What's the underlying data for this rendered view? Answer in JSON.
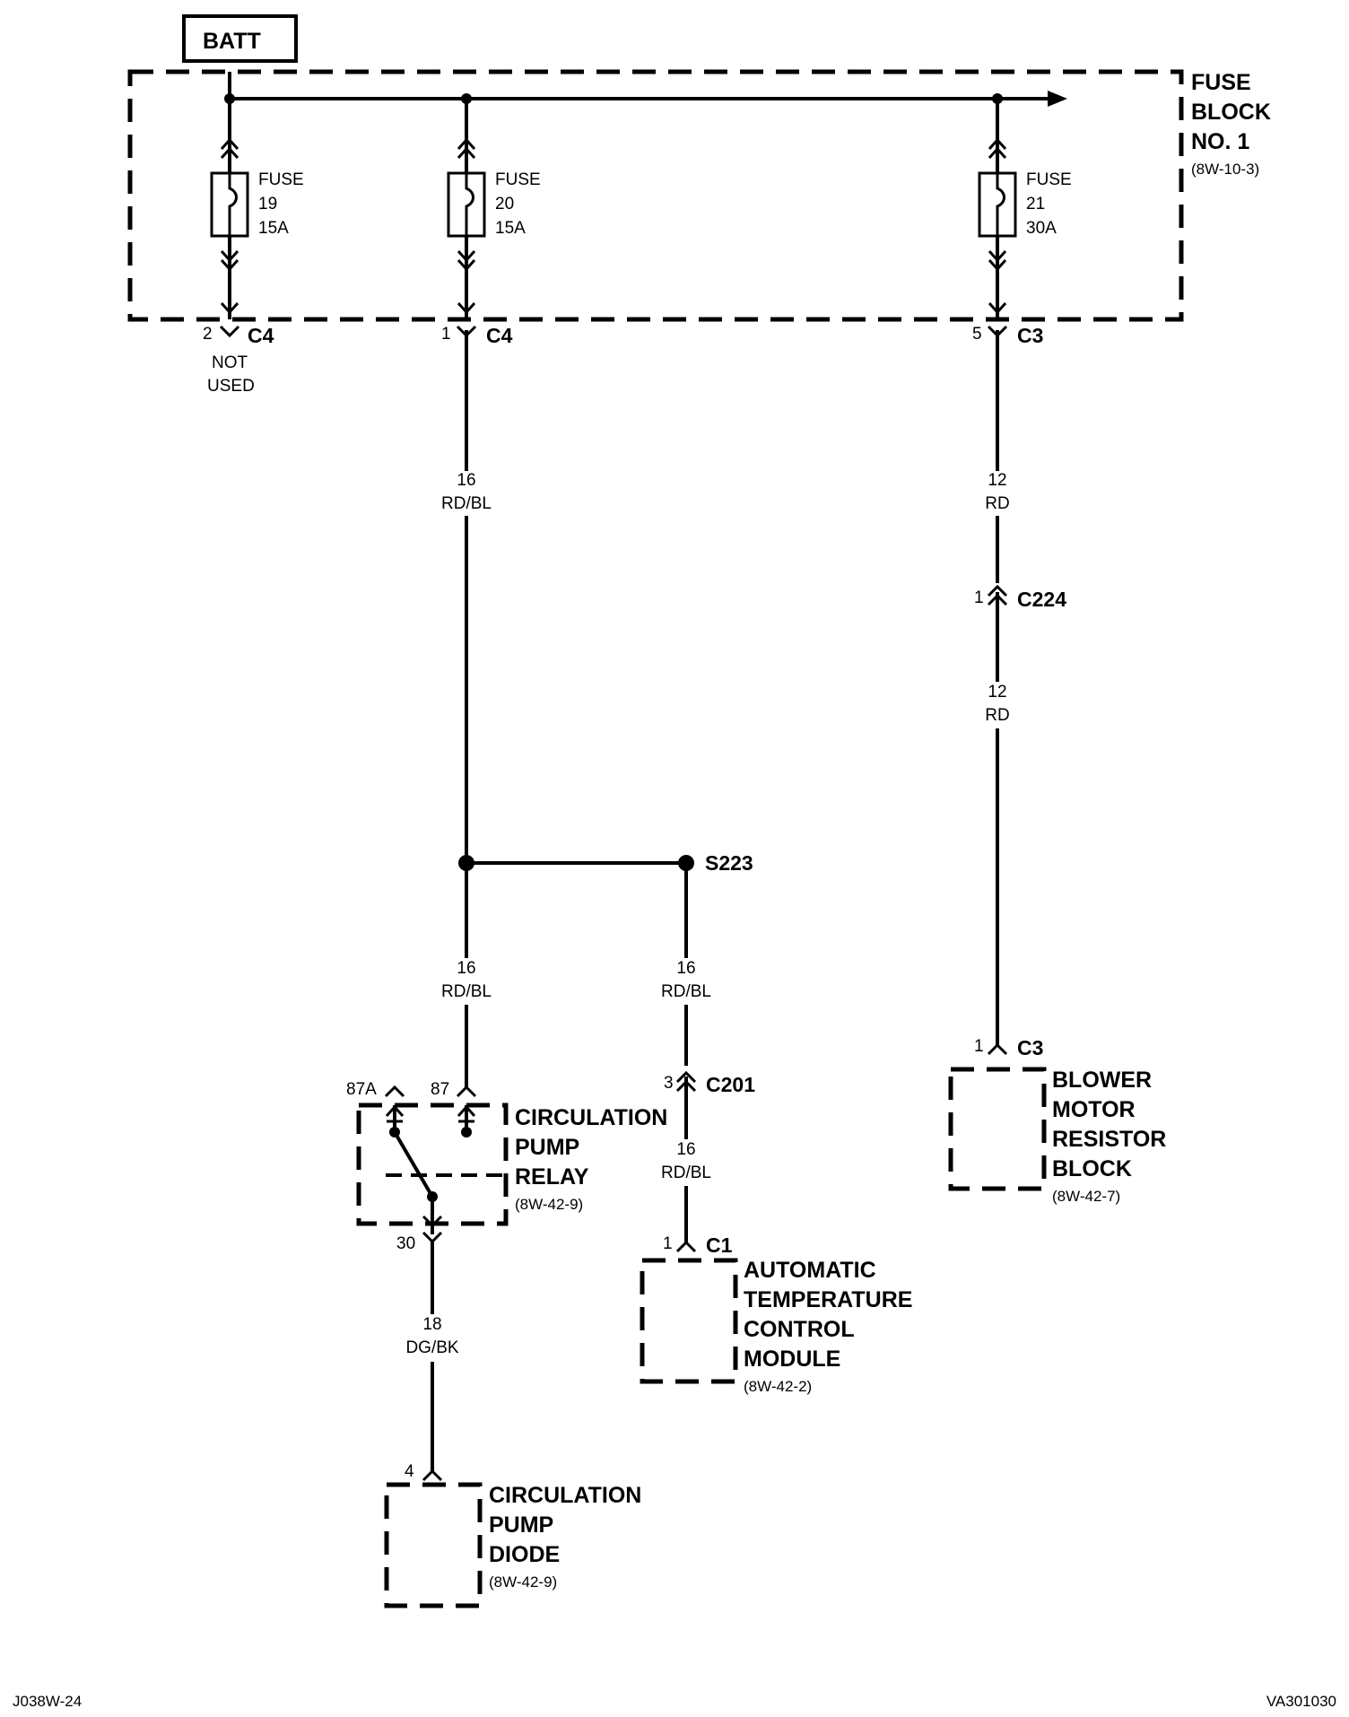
{
  "batt": "BATT",
  "fuse_block": {
    "line1": "FUSE",
    "line2": "BLOCK",
    "line3": "NO. 1",
    "ref": "(8W-10-3)"
  },
  "fuses": [
    {
      "label": "FUSE",
      "num": "19",
      "rating": "15A"
    },
    {
      "label": "FUSE",
      "num": "20",
      "rating": "15A"
    },
    {
      "label": "FUSE",
      "num": "21",
      "rating": "30A"
    }
  ],
  "connectors": {
    "fb_c4_pin2": {
      "pin": "2",
      "name": "C4",
      "note1": "NOT",
      "note2": "USED"
    },
    "fb_c4_pin1": {
      "pin": "1",
      "name": "C4"
    },
    "fb_c3_pin5": {
      "pin": "5",
      "name": "C3"
    },
    "c224": {
      "pin": "1",
      "name": "C224"
    },
    "c201": {
      "pin": "3",
      "name": "C201"
    },
    "atc_c1": {
      "pin": "1",
      "name": "C1"
    },
    "blower_c3": {
      "pin": "1",
      "name": "C3"
    }
  },
  "wires": {
    "w16_top": {
      "gauge": "16",
      "color": "RD/BL"
    },
    "w12_top": {
      "gauge": "12",
      "color": "RD"
    },
    "w12_mid": {
      "gauge": "12",
      "color": "RD"
    },
    "w16_relay": {
      "gauge": "16",
      "color": "RD/BL"
    },
    "w16_splice": {
      "gauge": "16",
      "color": "RD/BL"
    },
    "w16_atc": {
      "gauge": "16",
      "color": "RD/BL"
    },
    "w18_diode": {
      "gauge": "18",
      "color": "DG/BK"
    }
  },
  "splice": "S223",
  "relay": {
    "pin87a": "87A",
    "pin87": "87",
    "pin30": "30",
    "line1": "CIRCULATION",
    "line2": "PUMP",
    "line3": "RELAY",
    "ref": "(8W-42-9)"
  },
  "atc": {
    "line1": "AUTOMATIC",
    "line2": "TEMPERATURE",
    "line3": "CONTROL",
    "line4": "MODULE",
    "ref": "(8W-42-2)"
  },
  "blower": {
    "line1": "BLOWER",
    "line2": "MOTOR",
    "line3": "RESISTOR",
    "line4": "BLOCK",
    "ref": "(8W-42-7)"
  },
  "diode": {
    "pin": "4",
    "line1": "CIRCULATION",
    "line2": "PUMP",
    "line3": "DIODE",
    "ref": "(8W-42-9)"
  },
  "footer": {
    "left": "J038W-24",
    "right": "VA301030"
  }
}
